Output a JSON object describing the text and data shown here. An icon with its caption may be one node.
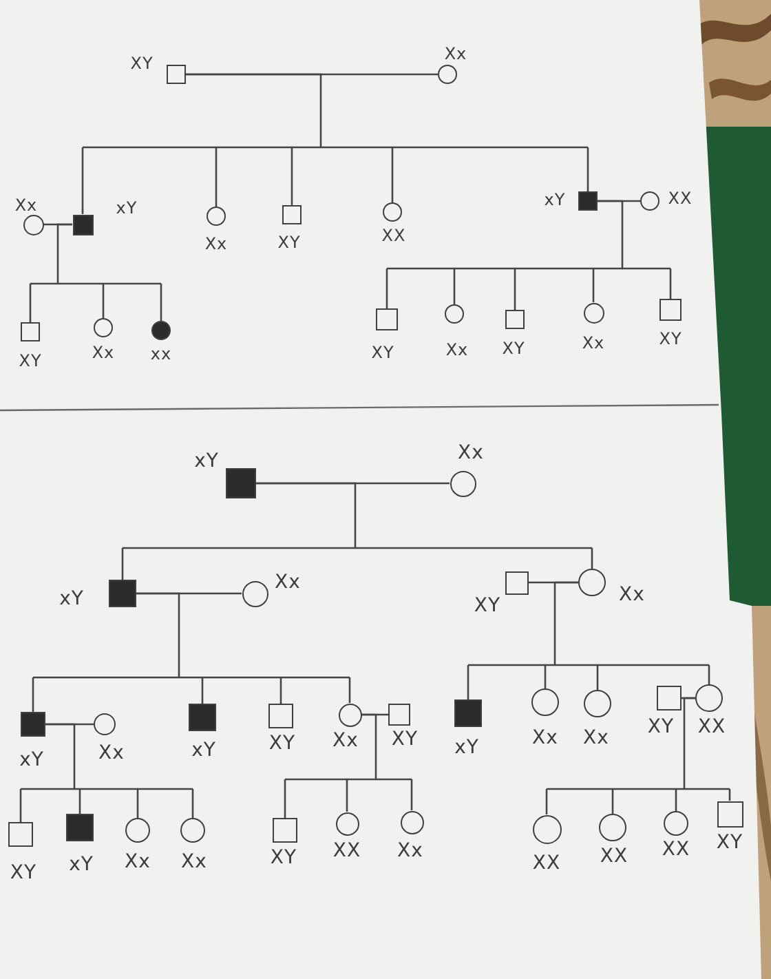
{
  "diagram": {
    "nodes": [
      {
        "text": [],
        "shape": "box",
        "beside": [
          "XY"
        ]
      },
      {
        "text": [],
        "shape": "circle",
        "beside": [
          "Xx"
        ]
      },
      {
        "text": [],
        "shape": "circle",
        "beside": [
          "Xx"
        ]
      },
      {
        "text": [],
        "shape": "filled-box",
        "beside": [
          "xY"
        ]
      },
      {
        "text": [],
        "shape": "circle",
        "beside": [
          "Xx"
        ]
      },
      {
        "text": [],
        "shape": "box",
        "beside": [
          "XY"
        ]
      },
      {
        "text": [],
        "shape": "circle",
        "beside": [
          "XX"
        ]
      },
      {
        "text": [],
        "shape": "filled-box",
        "beside": [
          "xY"
        ]
      },
      {
        "text": [],
        "shape": "circle",
        "beside": [
          "XX"
        ]
      },
      {
        "text": [],
        "shape": "box",
        "beside": [
          "XY"
        ]
      },
      {
        "text": [],
        "shape": "circle",
        "beside": [
          "Xx"
        ]
      },
      {
        "text": [],
        "shape": "filled-circle",
        "beside": [
          "xx"
        ]
      },
      {
        "text": [],
        "shape": "box",
        "beside": [
          "XY"
        ]
      },
      {
        "text": [],
        "shape": "circle",
        "beside": [
          "Xx"
        ]
      },
      {
        "text": [],
        "shape": "box",
        "beside": [
          "XY"
        ]
      },
      {
        "text": [],
        "shape": "circle",
        "beside": [
          "Xx"
        ]
      },
      {
        "text": [],
        "shape": "box",
        "beside": [
          "XY"
        ]
      },
      {
        "text": [],
        "shape": "filled-box",
        "beside": [
          "xY"
        ]
      },
      {
        "text": [],
        "shape": "circle",
        "beside": [
          "Xx"
        ]
      },
      {
        "text": [],
        "shape": "filled-box",
        "beside": [
          "xY"
        ]
      },
      {
        "text": [],
        "shape": "circle",
        "beside": [
          "Xx"
        ]
      },
      {
        "text": [],
        "shape": "box",
        "beside": [
          "XY"
        ]
      },
      {
        "text": [],
        "shape": "circle",
        "beside": [
          "Xx"
        ]
      },
      {
        "text": [],
        "shape": "filled-box",
        "beside": [
          "xY"
        ]
      },
      {
        "text": [],
        "shape": "circle",
        "beside": [
          "Xx"
        ]
      },
      {
        "text": [],
        "shape": "filled-box",
        "beside": [
          "xY"
        ]
      },
      {
        "text": [],
        "shape": "box",
        "beside": [
          "XY"
        ]
      },
      {
        "text": [],
        "shape": "circle",
        "beside": [
          "Xx"
        ]
      },
      {
        "text": [],
        "shape": "box",
        "beside": [
          "XY"
        ]
      },
      {
        "text": [],
        "shape": "filled-box",
        "beside": [
          "xY"
        ]
      },
      {
        "text": [],
        "shape": "circle",
        "beside": [
          "Xx"
        ]
      },
      {
        "text": [],
        "shape": "circle",
        "beside": [
          "Xx"
        ]
      },
      {
        "text": [],
        "shape": "box",
        "beside": [
          "XY"
        ]
      },
      {
        "text": [],
        "shape": "circle",
        "beside": [
          "XX"
        ]
      },
      {
        "text": [],
        "shape": "box",
        "beside": [
          "XY"
        ]
      },
      {
        "text": [],
        "shape": "filled-box",
        "beside": [
          "xY"
        ]
      },
      {
        "text": [],
        "shape": "circle",
        "beside": [
          "Xx"
        ]
      },
      {
        "text": [],
        "shape": "circle",
        "beside": [
          "Xx"
        ]
      },
      {
        "text": [],
        "shape": "box",
        "beside": [
          "XY"
        ]
      },
      {
        "text": [],
        "shape": "circle",
        "beside": [
          "XX"
        ]
      },
      {
        "text": [],
        "shape": "circle",
        "beside": [
          "Xx"
        ]
      },
      {
        "text": [],
        "shape": "circle",
        "beside": [
          "XX"
        ]
      },
      {
        "text": [],
        "shape": "circle",
        "beside": [
          "XX"
        ]
      },
      {
        "text": [],
        "shape": "circle",
        "beside": [
          "XX"
        ]
      },
      {
        "text": [],
        "shape": "box",
        "beside": [
          "XY"
        ]
      }
    ],
    "edges": [
      {
        "from": 0,
        "to": 1,
        "arrow": "none"
      },
      {
        "from": 0,
        "to": 3,
        "arrow": "none"
      },
      {
        "from": 0,
        "to": 4,
        "arrow": "none"
      },
      {
        "from": 0,
        "to": 5,
        "arrow": "none"
      },
      {
        "from": 0,
        "to": 6,
        "arrow": "none"
      },
      {
        "from": 0,
        "to": 7,
        "arrow": "none"
      },
      {
        "from": 2,
        "to": 3,
        "arrow": "none"
      },
      {
        "from": 3,
        "to": 9,
        "arrow": "none"
      },
      {
        "from": 3,
        "to": 10,
        "arrow": "none"
      },
      {
        "from": 3,
        "to": 11,
        "arrow": "none"
      },
      {
        "from": 7,
        "to": 8,
        "arrow": "none"
      },
      {
        "from": 7,
        "to": 12,
        "arrow": "none"
      },
      {
        "from": 7,
        "to": 13,
        "arrow": "none"
      },
      {
        "from": 7,
        "to": 14,
        "arrow": "none"
      },
      {
        "from": 7,
        "to": 15,
        "arrow": "none"
      },
      {
        "from": 7,
        "to": 16,
        "arrow": "none"
      },
      {
        "from": 17,
        "to": 18,
        "arrow": "none"
      },
      {
        "from": 17,
        "to": 19,
        "arrow": "none"
      },
      {
        "from": 17,
        "to": 22,
        "arrow": "none"
      },
      {
        "from": 19,
        "to": 20,
        "arrow": "none"
      },
      {
        "from": 19,
        "to": 23,
        "arrow": "none"
      },
      {
        "from": 19,
        "to": 25,
        "arrow": "none"
      },
      {
        "from": 19,
        "to": 26,
        "arrow": "none"
      },
      {
        "from": 19,
        "to": 27,
        "arrow": "none"
      },
      {
        "from": 21,
        "to": 22,
        "arrow": "none"
      },
      {
        "from": 22,
        "to": 29,
        "arrow": "none"
      },
      {
        "from": 22,
        "to": 30,
        "arrow": "none"
      },
      {
        "from": 22,
        "to": 31,
        "arrow": "none"
      },
      {
        "from": 22,
        "to": 33,
        "arrow": "none"
      },
      {
        "from": 23,
        "to": 24,
        "arrow": "none"
      },
      {
        "from": 23,
        "to": 34,
        "arrow": "none"
      },
      {
        "from": 23,
        "to": 35,
        "arrow": "none"
      },
      {
        "from": 23,
        "to": 36,
        "arrow": "none"
      },
      {
        "from": 23,
        "to": 37,
        "arrow": "none"
      },
      {
        "from": 27,
        "to": 28,
        "arrow": "none"
      },
      {
        "from": 27,
        "to": 38,
        "arrow": "none"
      },
      {
        "from": 27,
        "to": 39,
        "arrow": "none"
      },
      {
        "from": 27,
        "to": 40,
        "arrow": "none"
      },
      {
        "from": 32,
        "to": 33,
        "arrow": "none"
      },
      {
        "from": 33,
        "to": 41,
        "arrow": "none"
      },
      {
        "from": 33,
        "to": 42,
        "arrow": "none"
      },
      {
        "from": 33,
        "to": 43,
        "arrow": "none"
      },
      {
        "from": 33,
        "to": 44,
        "arrow": "none"
      }
    ]
  }
}
